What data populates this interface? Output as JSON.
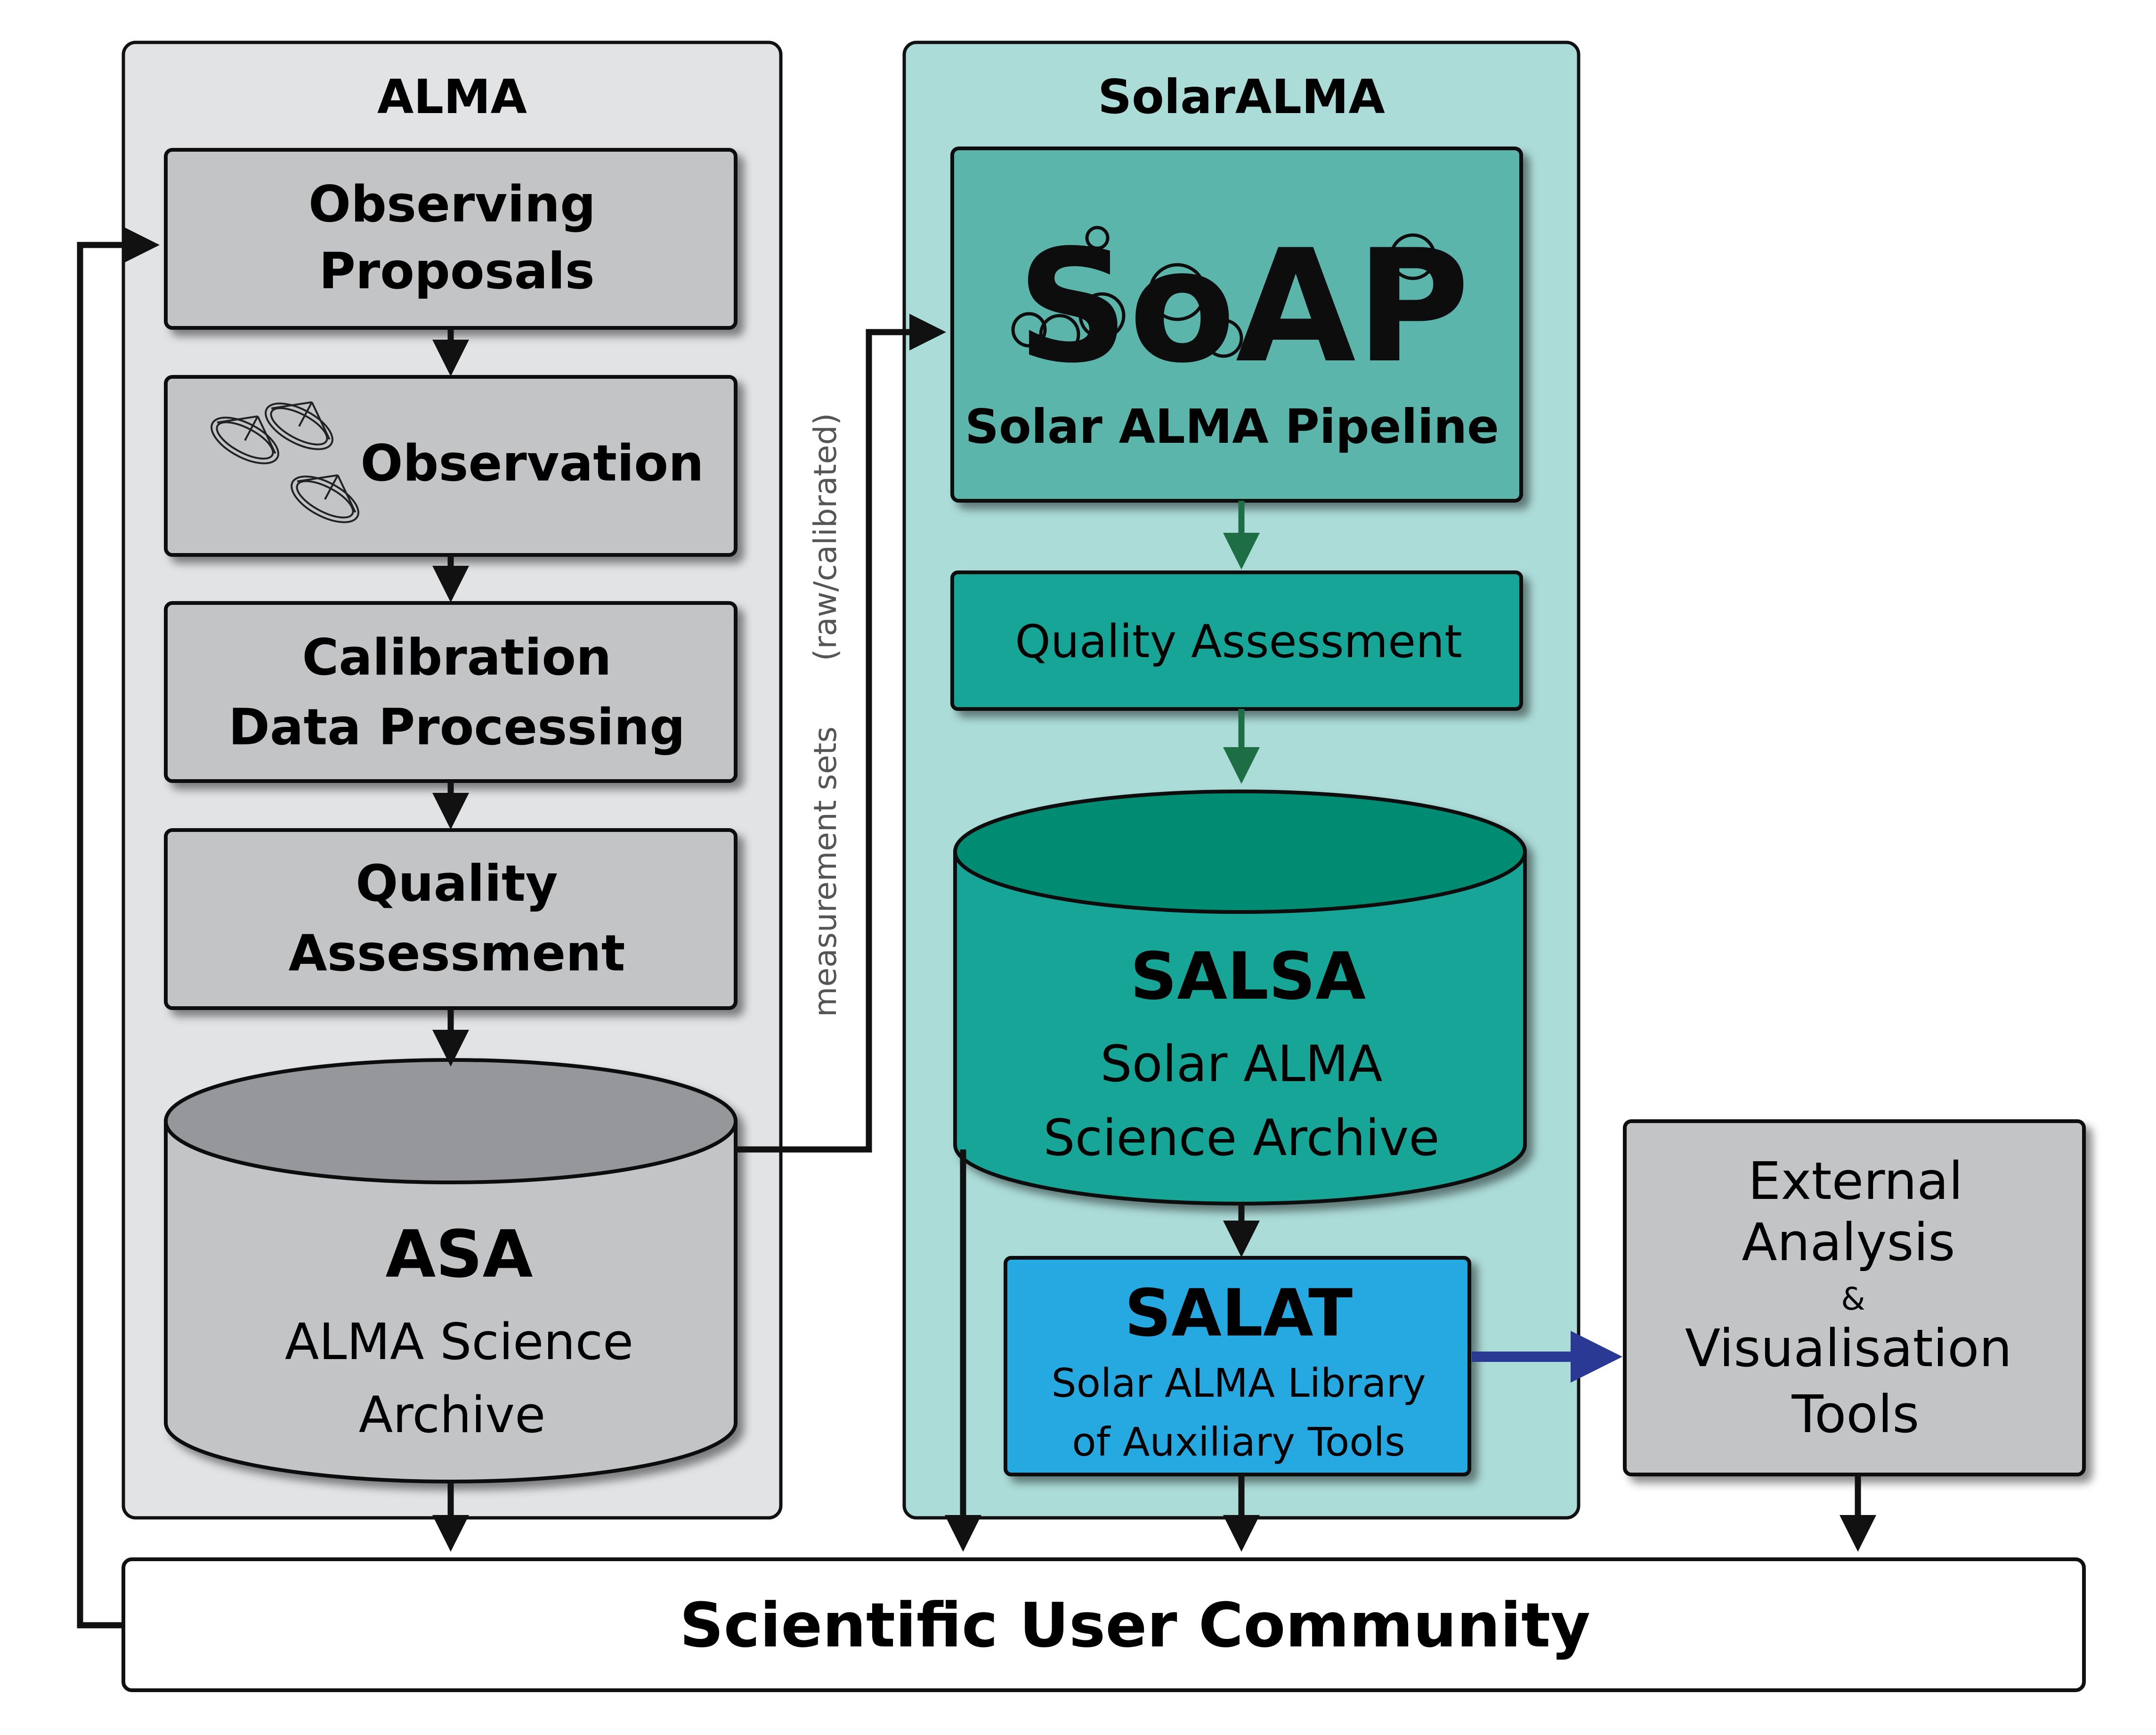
{
  "colors": {
    "alma_bg": "#e2e3e5",
    "solaralma_bg": "#acdcd8",
    "gray_box": "#c3c4c6",
    "gray_db_top": "#96979b",
    "soap_box": "#5bb5aa",
    "teal_box": "#14a596",
    "teal_db_top": "#068c72",
    "salat_box": "#27a9e1",
    "green_arrow": "#1d6e44",
    "blue_arrow": "#2a3994",
    "black": "#111111"
  },
  "alma": {
    "title": "ALMA",
    "observing_proposals": [
      "Observing",
      "Proposals"
    ],
    "observation": "Observation",
    "calibration": [
      "Calibration",
      "Data Processing"
    ],
    "quality": [
      "Quality",
      "Assessment"
    ],
    "asa": {
      "name": "ASA",
      "desc": [
        "ALMA Science",
        "Archive"
      ]
    }
  },
  "solaralma": {
    "title": "SolarALMA",
    "soap_logo": "SoAP",
    "soap_desc": "Solar ALMA Pipeline",
    "quality": "Quality Assessment",
    "salsa": {
      "name": "SALSA",
      "desc": [
        "Solar ALMA",
        "Science Archive"
      ]
    },
    "salat": {
      "name": "SALAT",
      "desc": [
        "Solar ALMA Library",
        "of Auxiliary Tools"
      ]
    }
  },
  "connector_label": {
    "main": "measurement sets",
    "sub": "(raw/calibrated)"
  },
  "external": {
    "lines": [
      "External",
      "Analysis",
      "&",
      "Visualisation",
      "Tools"
    ]
  },
  "community": "Scientific User Community"
}
